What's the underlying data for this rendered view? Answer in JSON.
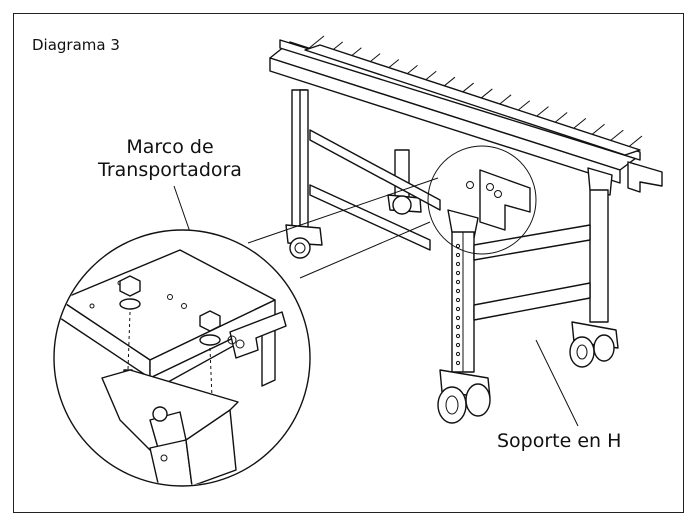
{
  "diagram": {
    "title": "Diagrama 3",
    "labels": {
      "frame_line1": "Marco de",
      "frame_line2": "Transportadora",
      "h_support": "Soporte en H"
    }
  }
}
